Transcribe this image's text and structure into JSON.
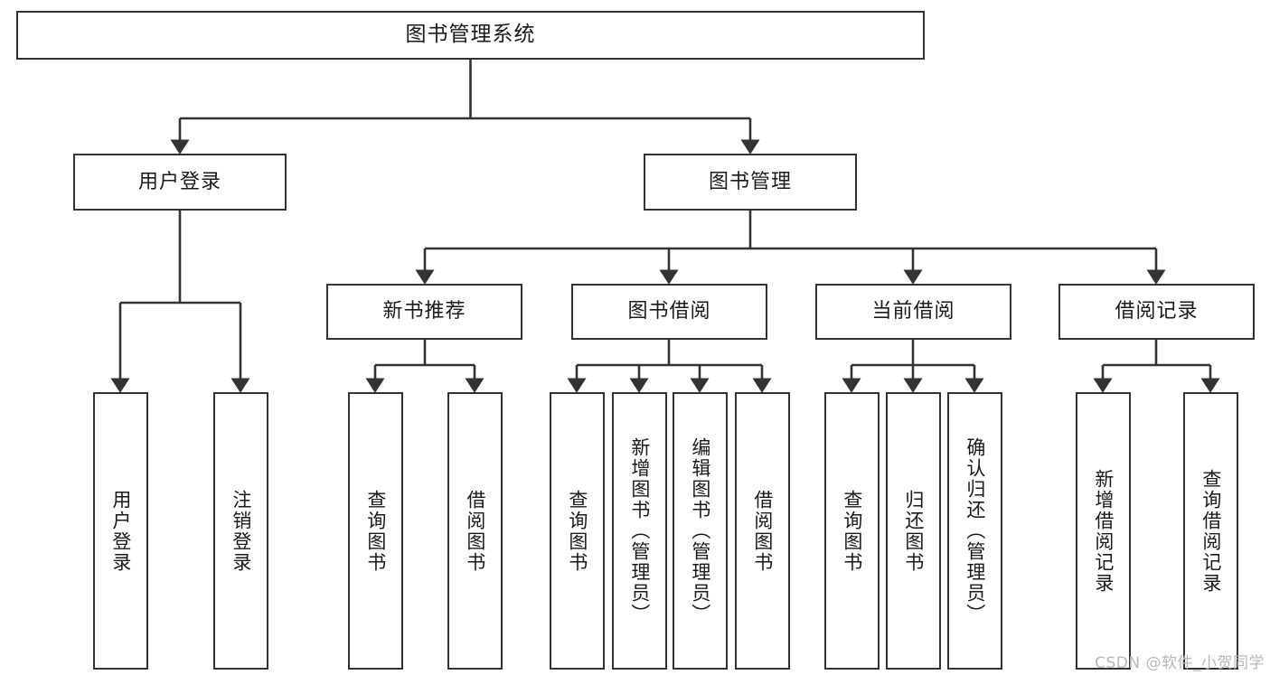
{
  "diagram": {
    "title": "图书管理系统",
    "type": "tree-hierarchy",
    "orientation": "top-down",
    "background_color": "#ffffff",
    "node_border_color": "#333333",
    "node_fill_color": "#ffffff",
    "edge_color": "#333333"
  },
  "nodes": {
    "root": {
      "label": "图书管理系统"
    },
    "level2": [
      {
        "label": "用户登录"
      },
      {
        "label": "图书管理"
      }
    ],
    "level3": [
      {
        "label": "新书推荐"
      },
      {
        "label": "图书借阅"
      },
      {
        "label": "当前借阅"
      },
      {
        "label": "借阅记录"
      }
    ],
    "leaves": {
      "user_login": [
        {
          "label": "用户登录"
        },
        {
          "label": "注销登录"
        }
      ],
      "new_book_recommend": [
        {
          "label": "查询图书"
        },
        {
          "label": "借阅图书"
        }
      ],
      "book_borrow": [
        {
          "label": "查询图书"
        },
        {
          "label": "新增图书（管理员）"
        },
        {
          "label": "编辑图书（管理员）"
        },
        {
          "label": "借阅图书"
        }
      ],
      "current_borrow": [
        {
          "label": "查询图书"
        },
        {
          "label": "归还图书"
        },
        {
          "label": "确认归还（管理员）"
        }
      ],
      "borrow_record": [
        {
          "label": "新增借阅记录"
        },
        {
          "label": "查询借阅记录"
        }
      ]
    }
  },
  "watermark": {
    "text": "CSDN @软件_小贺同学"
  }
}
